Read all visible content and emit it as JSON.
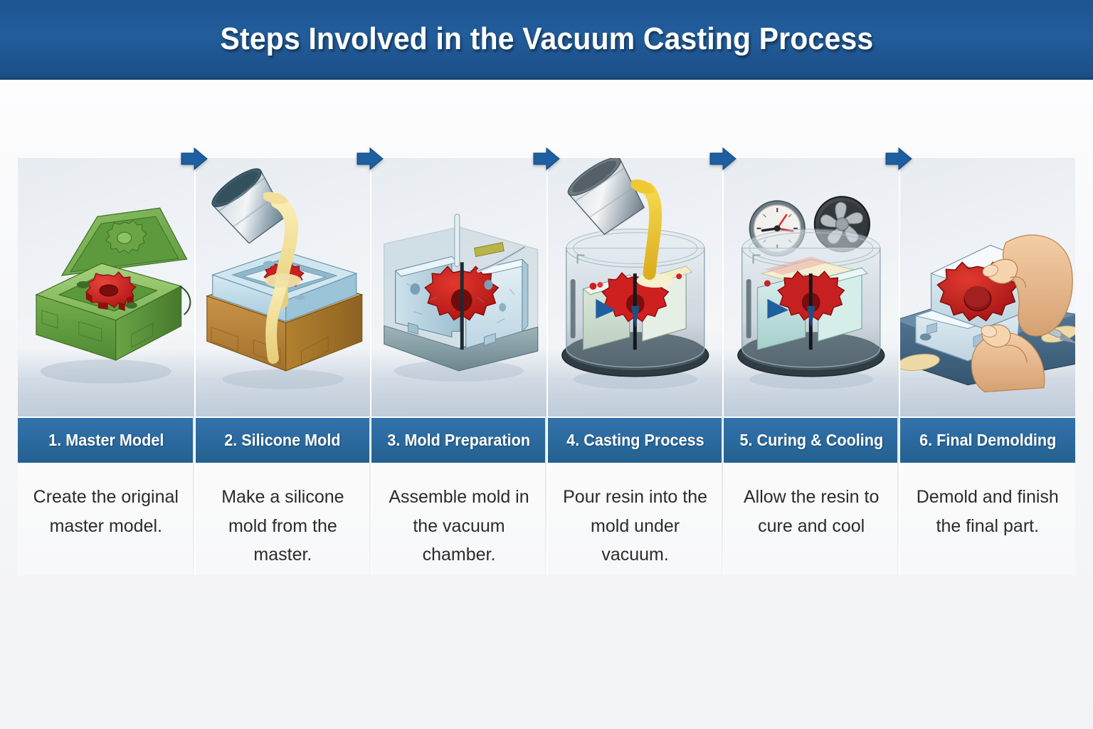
{
  "header": {
    "title": "Steps Involved in the Vacuum Casting Process",
    "background_color": "#1d5490",
    "text_color": "#ffffff"
  },
  "theme": {
    "accent_blue": "#2b6aa0",
    "banner_blue": "#1d5490",
    "arrow_blue": "#1d5fa0",
    "gear_red": "#cc1f1f",
    "master_model_green": "#6aa84f",
    "silicone_blue": "#c3dce7",
    "wood_brown": "#b5873a",
    "resin_yellow": "#e8c238",
    "silicone_cream": "#f0e0a8",
    "body_background": "#f4f6f8",
    "desc_text_color": "#2b2b2b"
  },
  "steps": [
    {
      "number": "1",
      "label": "1. Master Model",
      "description": "Create the original master model.",
      "illustration": "green-open-mold-box-with-red-gear"
    },
    {
      "number": "2",
      "label": "2. Silicone Mold",
      "description": "Make a silicone mold from the master.",
      "illustration": "bucket-pouring-silicone-into-wooden-frame"
    },
    {
      "number": "3",
      "label": "3. Mold Preparation",
      "description": "Assemble mold in the vacuum chamber.",
      "illustration": "split-silicone-mold-halves-with-gear-cavity"
    },
    {
      "number": "4",
      "label": "4. Casting Process",
      "description": "Pour resin into the mold under vacuum.",
      "illustration": "bucket-pouring-resin-into-vacuum-chamber"
    },
    {
      "number": "5",
      "label": "5. Curing & Cooling",
      "description": "Allow the resin to cure and cool",
      "illustration": "vacuum-chamber-with-timer-and-fan"
    },
    {
      "number": "6",
      "label": "6. Final Demolding",
      "description": "Demold and finish the final part.",
      "illustration": "hands-demolding-red-gear-from-mold"
    }
  ],
  "connectors": [
    {
      "icon": "arrow-right-icon",
      "from": "1",
      "to": "2"
    },
    {
      "icon": "arrow-right-icon",
      "from": "2",
      "to": "3"
    },
    {
      "icon": "arrow-right-icon",
      "from": "3",
      "to": "4"
    },
    {
      "icon": "arrow-right-icon",
      "from": "4",
      "to": "5"
    },
    {
      "icon": "arrow-right-icon",
      "from": "5",
      "to": "6"
    }
  ]
}
